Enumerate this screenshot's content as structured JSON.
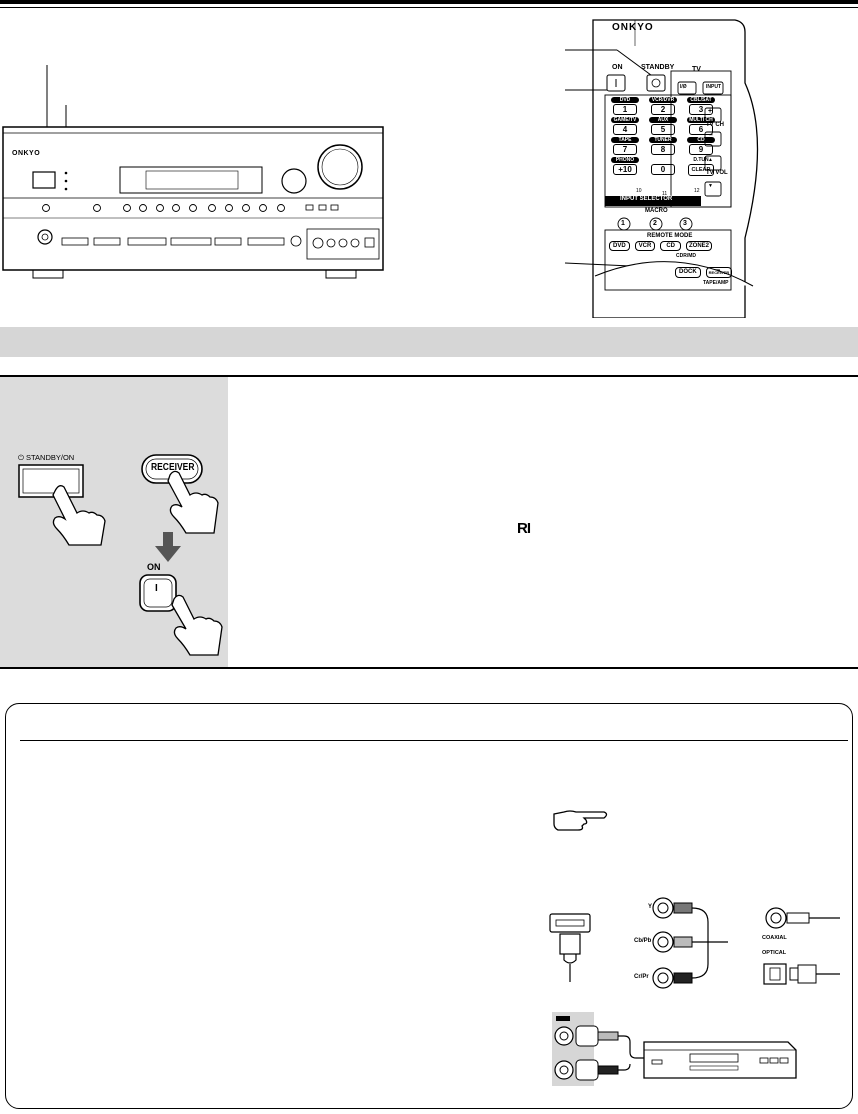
{
  "brand": "ONKYO",
  "remote": {
    "standby_label": "STANDBY",
    "on_label": "ON",
    "tv_label": "TV",
    "tv_io": "I/Ø",
    "tv_input": "INPUT",
    "tv_ch": "TV CH",
    "tv_vol": "TV VOL",
    "keys": [
      {
        "top": "DVD",
        "num": "1"
      },
      {
        "top": "VCR/DVR",
        "num": "2"
      },
      {
        "top": "CBL/SAT",
        "num": "3"
      },
      {
        "top": "GAME/TV",
        "num": "4"
      },
      {
        "top": "AUX",
        "num": "5"
      },
      {
        "top": "MULTI CH",
        "num": "6"
      },
      {
        "top": "TAPE",
        "num": "7"
      },
      {
        "top": "TUNER",
        "num": "8"
      },
      {
        "top": "CD",
        "num": "9"
      },
      {
        "top": "PHONO",
        "num": "+10"
      },
      {
        "top": "",
        "num": "0"
      },
      {
        "top": "D.TUN",
        "num": "CLEAR"
      }
    ],
    "sub_nums": [
      "10",
      "11",
      "12"
    ],
    "input_selector": "INPUT SELECTOR",
    "macro": "MACRO",
    "macro_keys": [
      "1",
      "2",
      "3"
    ],
    "remote_mode": "REMOTE MODE",
    "mode_row1": [
      "DVD",
      "VCR",
      "CD",
      "ZONE2"
    ],
    "cdr_md": "CDR/MD",
    "mode_row2": [
      "DOCK",
      "RECEIVER"
    ],
    "tape_amp": "TAPE/AMP"
  },
  "panel": {
    "standby_on": "⏻ STANDBY/ON",
    "receiver": "RECEIVER",
    "on": "ON",
    "on_symbol": "I"
  },
  "ri_logo": "RI",
  "connectors": {
    "y": "Y",
    "cb": "Cb/Pb",
    "cr": "Cr/Pr",
    "coaxial": "COAXIAL",
    "optical": "OPTICAL"
  }
}
